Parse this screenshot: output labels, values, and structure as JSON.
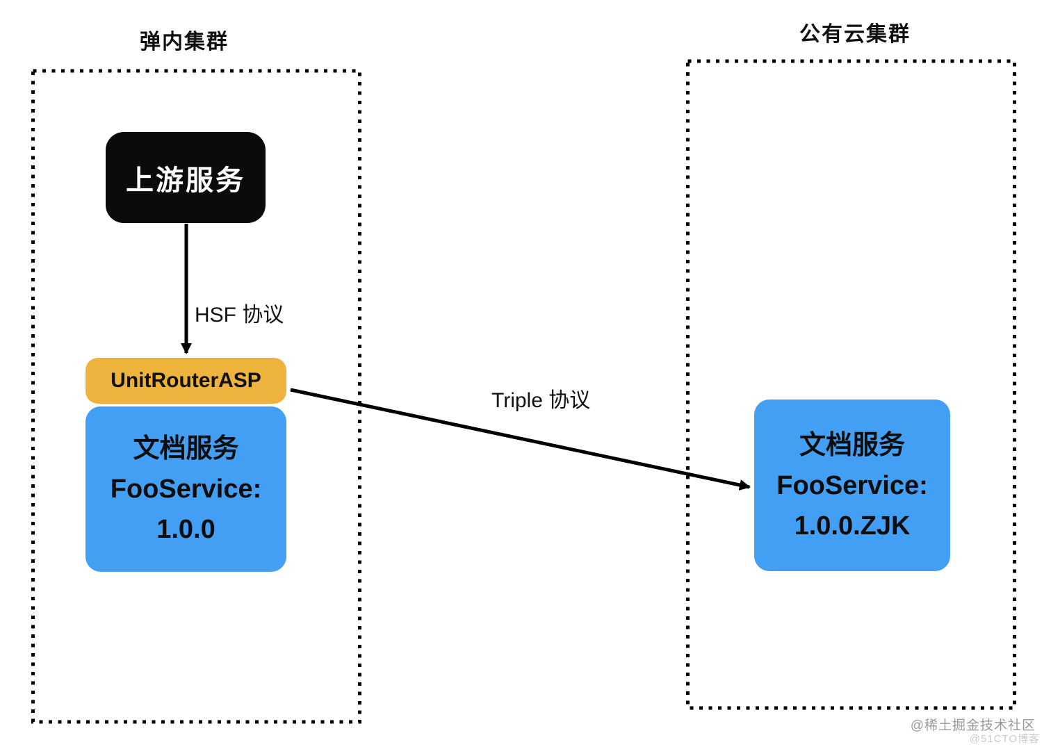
{
  "diagram": {
    "left_cluster": {
      "title": "弹内集群",
      "upstream_service_label": "上游服务",
      "router_label": "UnitRouterASP",
      "service_box": {
        "line1": "文档服务",
        "line2": "FooService:",
        "line3": "1.0.0"
      }
    },
    "right_cluster": {
      "title": "公有云集群",
      "service_box": {
        "line1": "文档服务",
        "line2": "FooService:",
        "line3": "1.0.0.ZJK"
      }
    },
    "edges": {
      "hsf_label": "HSF 协议",
      "triple_label": "Triple 协议"
    },
    "watermarks": {
      "line1": "@稀土掘金技术社区",
      "line2": "@51CTO博客"
    },
    "colors": {
      "upstream_box_black": "#0b0b0b",
      "router_yellow": "#edb33d",
      "service_blue": "#429ff4",
      "border_black": "#000000",
      "watermark_gray": "#9a9a9a",
      "watermark_light_gray": "#cbcbcb"
    }
  }
}
